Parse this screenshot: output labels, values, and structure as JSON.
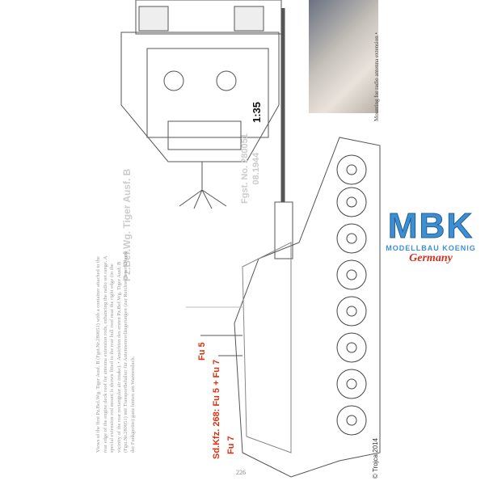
{
  "title": "Pz.Bef.Wg. Tiger Ausf. B",
  "scale": "1:35",
  "fgst": {
    "line1": "Fgst. No. 280051",
    "line2": "08.1944"
  },
  "caption": "Views of the first Pz.Bef.Wg. Tiger Ausf. B (Fgst.Nr.280051) with a container attached to the rear edge of the engine deck roof for antenna extension rods, enhancing the radio set range. A special extension rod mount is shown fitted to the rear hull roof near the right edge (in the vicinity of the rear rectangular air intake). • Ansichten des ersten Pz.Bef.Wg. Tiger Ausf. B (Fgst.Nr.280051) mit Transportbehälter für Antennenverlängerungen (zur Reichweitenerhöhung der Funkgeräte) ganz hinten am Wannendach.",
  "labels": {
    "fu5": "Fu 5",
    "sdkfz": "Sd.Kfz. 268: Fu 5 + Fu 7",
    "fu7": "Fu 7"
  },
  "photo_caption": "Mounting for radio antenna extension •",
  "copyright": "© Trojca 2014",
  "page_number": "226",
  "logo": {
    "brand": "MBK",
    "sub": "MODELLBAU KOENIG",
    "country": "Germany"
  }
}
